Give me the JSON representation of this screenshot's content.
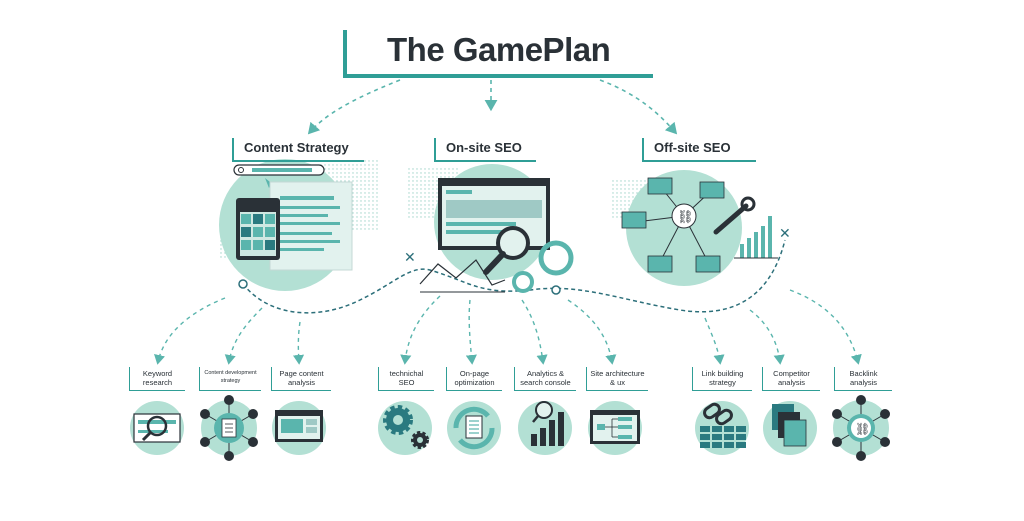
{
  "title": "The GamePlan",
  "sections": [
    {
      "label": "Content Strategy"
    },
    {
      "label": "On-site SEO"
    },
    {
      "label": "Off-site SEO"
    }
  ],
  "items": [
    {
      "line1": "Keyword",
      "line2": "research"
    },
    {
      "line1": "Content development",
      "line2": "strategy"
    },
    {
      "line1": "Page content",
      "line2": "analysis"
    },
    {
      "line1": "technichal",
      "line2": "SEO"
    },
    {
      "line1": "On-page",
      "line2": "optimization"
    },
    {
      "line1": "Analytics &",
      "line2": "search console"
    },
    {
      "line1": "Site architecture",
      "line2": "& ux"
    },
    {
      "line1": "Link building",
      "line2": "strategy"
    },
    {
      "line1": "Competitor",
      "line2": "analysis"
    },
    {
      "line1": "Backlink",
      "line2": "analysis"
    }
  ],
  "icons": {
    "content_strategy": "browser-layout-illustration",
    "onsite_seo": "magnifier-on-webpage-illustration",
    "offsite_seo": "link-network-illustration",
    "keyword": "magnifier-screen-icon",
    "content_dev": "document-network-icon",
    "page_content": "browser-cards-icon",
    "technical": "gears-icon",
    "onpage": "refresh-document-icon",
    "analytics": "bar-chart-magnifier-icon",
    "site_arch": "sitemap-icon",
    "link_building": "link-grid-icon",
    "competitor": "stacked-pages-icon",
    "backlink": "link-network-icon"
  },
  "colors": {
    "accent": "#2f9e96",
    "light": "#b3e0d4",
    "mid": "#5ab5ad",
    "dark": "#2a3137"
  }
}
